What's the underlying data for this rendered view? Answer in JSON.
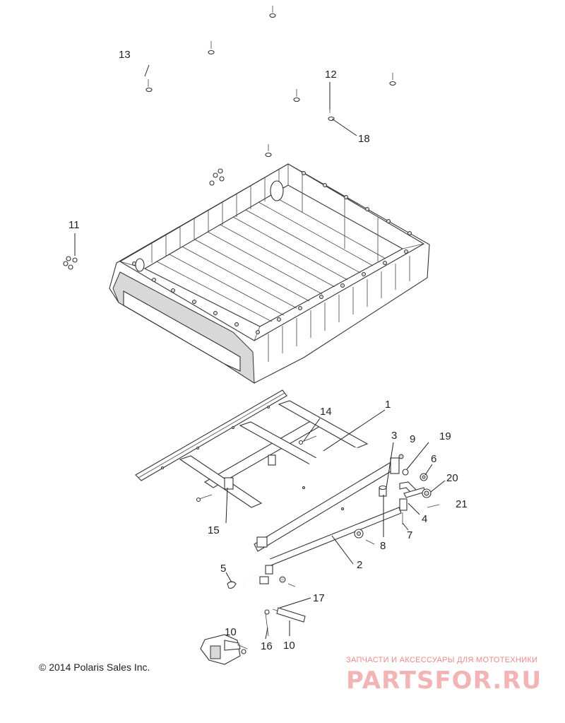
{
  "callouts": {
    "c1": "1",
    "c2": "2",
    "c3": "3",
    "c4": "4",
    "c5": "5",
    "c6": "6",
    "c7": "7",
    "c8": "8",
    "c9": "9",
    "c10a": "10",
    "c10b": "10",
    "c11": "11",
    "c12": "12",
    "c13": "13",
    "c14": "14",
    "c15": "15",
    "c16": "16",
    "c17": "17",
    "c18": "18",
    "c19": "19",
    "c20": "20",
    "c21": "21"
  },
  "copyright": "© 2014 Polaris Sales Inc.",
  "watermark": {
    "tagline": "ЗАПЧАСТИ И АКСЕССУАРЫ ДЛЯ МОТОТЕХНИКИ",
    "logo": "PARTSFOR.RU"
  }
}
